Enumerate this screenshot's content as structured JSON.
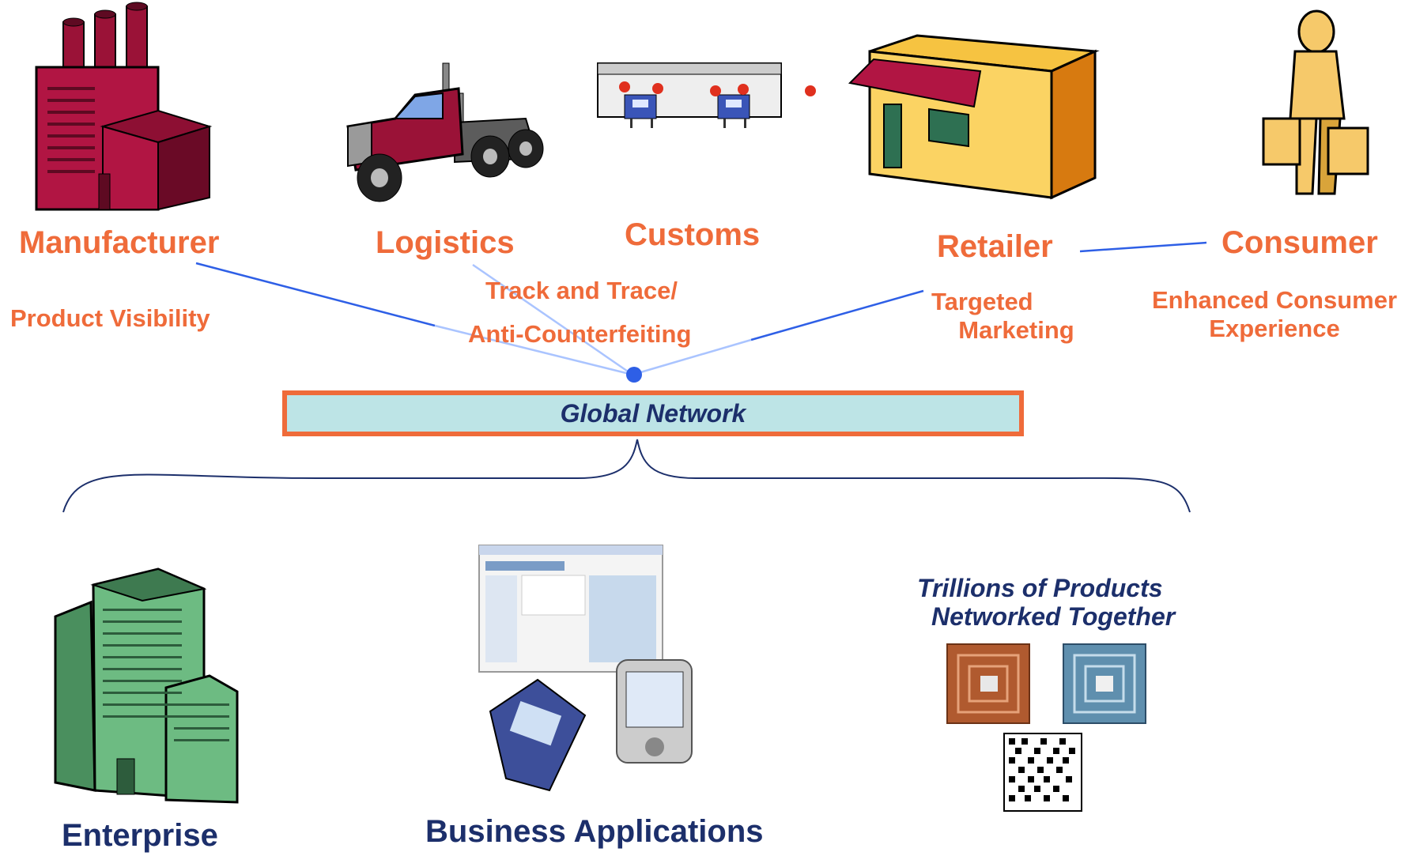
{
  "stages": {
    "manufacturer": "Manufacturer",
    "logistics": "Logistics",
    "customs": "Customs",
    "retailer": "Retailer",
    "consumer": "Consumer"
  },
  "benefits": {
    "product_visibility": "Product Visibility",
    "track_trace": "Track and Trace/",
    "anti_counterfeiting": "Anti-Counterfeiting",
    "targeted_marketing_1": "Targeted",
    "targeted_marketing_2": "Marketing",
    "consumer_experience_1": "Enhanced Consumer",
    "consumer_experience_2": "Experience"
  },
  "network": {
    "label": "Global Network"
  },
  "bottom": {
    "enterprise": "Enterprise",
    "business_applications": "Business Applications",
    "products_line1": "Trillions of Products",
    "products_line2": "Networked Together"
  },
  "colors": {
    "label_orange": "#ef6b3a",
    "navy": "#1c2f6b",
    "connector_blue": "#2e5fe6",
    "bar_fill": "#bde4e6"
  },
  "icons": [
    "factory-icon",
    "truck-icon",
    "customs-gate-icon",
    "store-icon",
    "shopper-icon",
    "office-building-icon",
    "business-devices-icon",
    "rfid-tag-icon",
    "datamatrix-code-icon"
  ]
}
